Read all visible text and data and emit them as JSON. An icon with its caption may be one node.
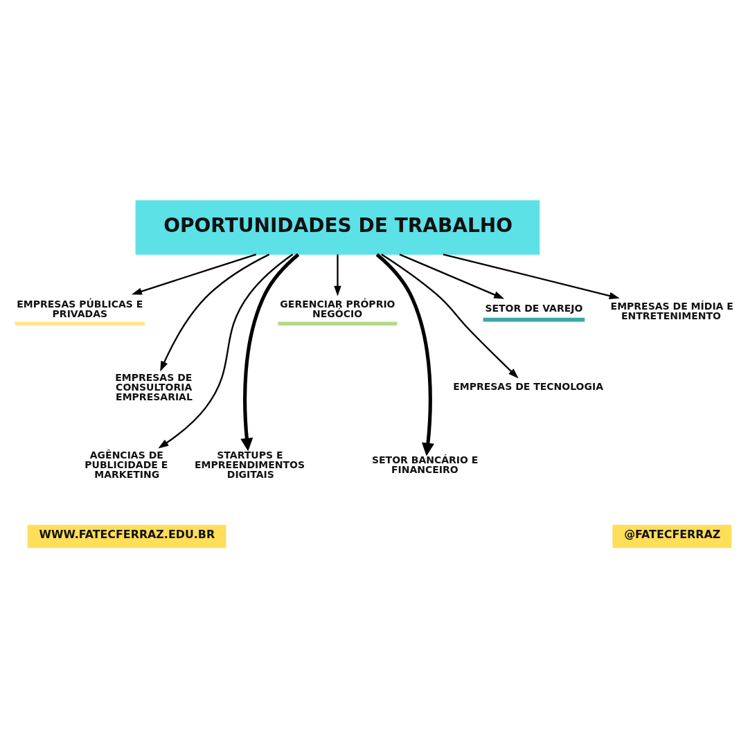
{
  "diagram": {
    "nodes": [
      {
        "text": [
          "OPORTUNIDADES DE TRABALHO"
        ]
      },
      {
        "text": [
          "EMPRESAS PÚBLICAS E PRIVADAS"
        ]
      },
      {
        "text": [
          "EMPRESAS DE CONSULTORIA EMPRESARIAL"
        ]
      },
      {
        "text": [
          "AGÊNCIAS DE PUBLICIDADE E MARKETING"
        ]
      },
      {
        "text": [
          "STARTUPS E EMPREENDIMENTOS DIGITAIS"
        ]
      },
      {
        "text": [
          "GERENCIAR PRÓPRIO NEGÓCIO"
        ]
      },
      {
        "text": [
          "SETOR BANCÁRIO E FINANCEIRO"
        ]
      },
      {
        "text": [
          "EMPRESAS DE TECNOLOGIA"
        ]
      },
      {
        "text": [
          "SETOR DE VAREJO"
        ]
      },
      {
        "text": [
          "EMPRESAS DE MÍDIA E ENTRETENIMENTO"
        ]
      }
    ],
    "edges": [
      {
        "from": 0,
        "to": 1,
        "arrow": "to"
      },
      {
        "from": 0,
        "to": 2,
        "arrow": "to"
      },
      {
        "from": 0,
        "to": 3,
        "arrow": "to"
      },
      {
        "from": 0,
        "to": 4,
        "arrow": "to",
        "style": "thick"
      },
      {
        "from": 0,
        "to": 5,
        "arrow": "to"
      },
      {
        "from": 0,
        "to": 6,
        "arrow": "to",
        "style": "thick"
      },
      {
        "from": 0,
        "to": 7,
        "arrow": "to"
      },
      {
        "from": 0,
        "to": 8,
        "arrow": "to"
      },
      {
        "from": 0,
        "to": 9,
        "arrow": "to"
      }
    ],
    "labels": [
      "WWW.FATECFERRAZ.EDU.BR",
      "@FATECFERRAZ"
    ]
  }
}
